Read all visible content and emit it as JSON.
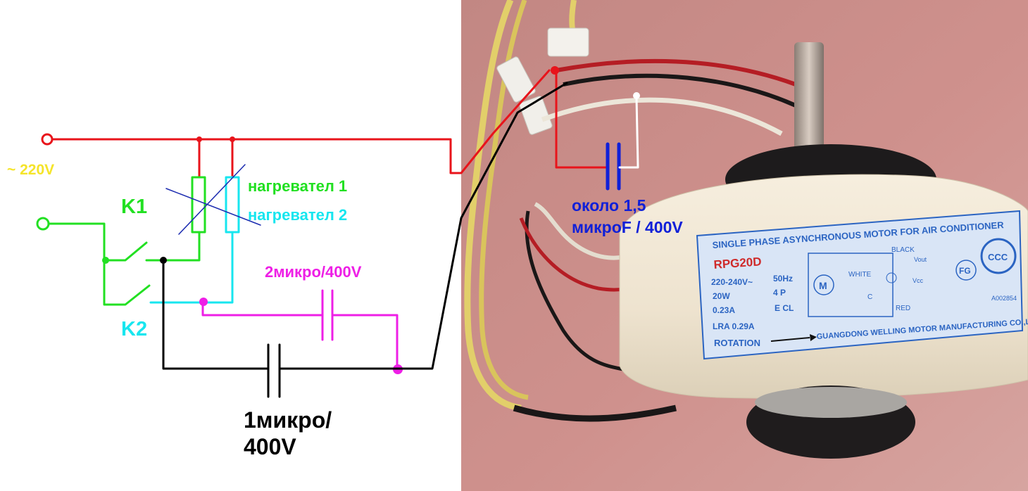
{
  "diagram": {
    "supply_label": "~ 220V",
    "switch_k1": "K1",
    "switch_k2": "K2",
    "heater1": "нагревател 1",
    "heater2": "нагревател 2",
    "cap_2u": "2микро/400V",
    "cap_1u_line1": "1микро/",
    "cap_1u_line2": "400V",
    "run_cap_line1": "около 1,5",
    "run_cap_line2": "микроF / 400V"
  },
  "motor_label": {
    "header": "SINGLE PHASE ASYNCHRONOUS MOTOR FOR AIR CONDITIONER",
    "model": "RPG20D",
    "voltage": "220-240V~",
    "freq": "50Hz",
    "power": "20W",
    "poles": "4 P",
    "current": "0.23A",
    "class": "E CL",
    "lra": "LRA   0.29A",
    "rotation": "ROTATION",
    "maker": "GUANGDONG WELLING MOTOR MANUFACTURING CO.,LTD.",
    "wire_black": "BLACK",
    "wire_white": "WHITE",
    "wire_red": "RED",
    "cap_c": "C",
    "motor_m": "M",
    "vout": "Vout",
    "vcc": "Vcc",
    "fg": "FG",
    "ccc": "CCC",
    "serial": "A002854"
  },
  "colors": {
    "supply_wire": "#e8141b",
    "switch_wire": "#22e022",
    "heater2_wire": "#17e6ef",
    "cap_wire": "#ee1fe6",
    "common_wire": "#000000",
    "run_cap": "#1020d8",
    "supply_label": "#f5e42a",
    "photo_bg": "#c88a86",
    "label_plate": "#2b64c2"
  }
}
